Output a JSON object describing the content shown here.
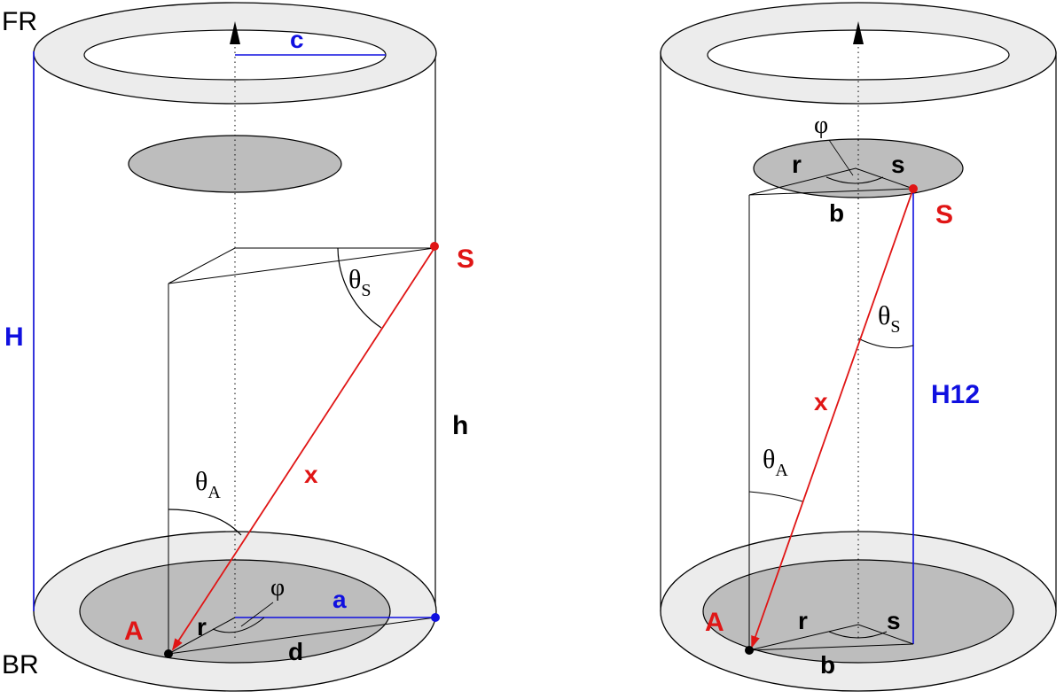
{
  "colors": {
    "ring": "#ececec",
    "disk": "#bdbdbd",
    "blue": "#1010e0",
    "red": "#e01515",
    "black": "#000000"
  },
  "left_figure": {
    "label_FR": "FR",
    "label_BR": "BR",
    "label_c": "c",
    "label_H": "H",
    "label_S": "S",
    "label_h": "h",
    "label_x": "x",
    "label_A": "A",
    "label_a": "a",
    "label_r": "r",
    "label_d": "d",
    "label_phi": "φ",
    "theta_S_main": "θ",
    "theta_S_sub": "S",
    "theta_A_main": "θ",
    "theta_A_sub": "A"
  },
  "right_figure": {
    "label_phi": "φ",
    "label_r_top": "r",
    "label_s_top": "s",
    "label_b_top": "b",
    "label_S": "S",
    "label_H12": "H12",
    "label_x": "x",
    "label_A": "A",
    "label_r_bottom": "r",
    "label_s_bottom": "s",
    "label_b_bottom": "b",
    "theta_S_main": "θ",
    "theta_S_sub": "S",
    "theta_A_main": "θ",
    "theta_A_sub": "A"
  }
}
